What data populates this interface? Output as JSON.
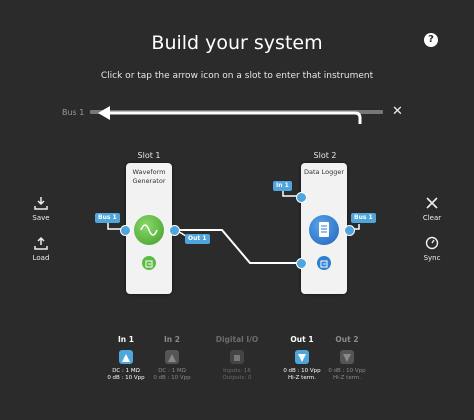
{
  "header": {
    "title": "Build your system",
    "subtitle": "Click or tap the arrow icon on a slot to enter that instrument",
    "help_label": "?"
  },
  "bus": {
    "label": "Bus 1",
    "close_label": "✕"
  },
  "side_left": {
    "save_label": "Save",
    "load_label": "Load"
  },
  "side_right": {
    "clear_label": "Clear",
    "sync_label": "Sync"
  },
  "slots": [
    {
      "label": "Slot 1",
      "instrument": "Waveform Generator",
      "instrument_line1": "Waveform",
      "instrument_line2": "Generator",
      "input_tag": "Bus 1",
      "output_tag": "Out 1"
    },
    {
      "label": "Slot 2",
      "instrument": "Data Logger",
      "input_tag_top": "In 1",
      "output_tag": "Bus 1"
    }
  ],
  "ports": [
    {
      "name": "In 1",
      "line1": "DC : 1 MΩ",
      "line2": "0 dB : 10 Vpp",
      "state": "active"
    },
    {
      "name": "In 2",
      "line1": "DC : 1 MΩ",
      "line2": "0 dB : 10 Vpp",
      "state": "inactive"
    },
    {
      "name": "Digital I/O",
      "line1": "Inputs: 16",
      "line2": "Outputs: 0",
      "state": "inactive"
    },
    {
      "name": "Out 1",
      "line1": "0 dB : 10 Vpp",
      "line2": "Hi-Z term.",
      "state": "active"
    },
    {
      "name": "Out 2",
      "line1": "0 dB : 10 Vpp",
      "line2": "Hi-Z term.",
      "state": "inactive"
    }
  ],
  "colors": {
    "background": "#2b2b2b",
    "accent_blue": "#4fa6dc",
    "waveform_green": "#52b83a",
    "logger_blue": "#2f7fd0",
    "card": "#f2f2f2"
  },
  "icons": {
    "help": "help-icon",
    "save": "download-icon",
    "load": "upload-icon",
    "clear": "close-icon",
    "sync": "sync-icon",
    "waveform": "sine-wave-icon",
    "logger": "document-icon",
    "enter": "enter-arrow-icon"
  }
}
